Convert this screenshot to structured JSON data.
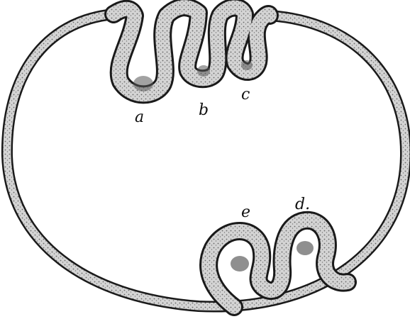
{
  "figure": {
    "labels": {
      "a": "a",
      "b": "b",
      "c": "c",
      "d": "d.",
      "e": "e"
    },
    "colors": {
      "ink": "#1a1a1a",
      "fill": "#c9c9c9",
      "background": "#ffffff"
    }
  }
}
